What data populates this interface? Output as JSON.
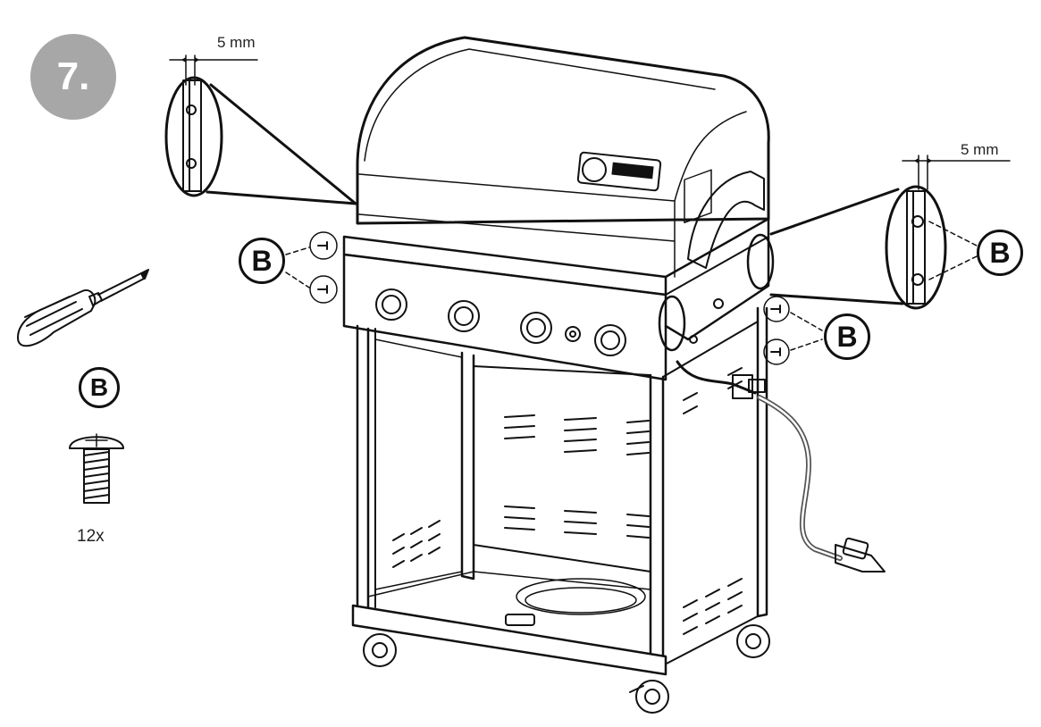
{
  "step": {
    "number": "7."
  },
  "dimensions": {
    "left_gap": "5 mm",
    "right_gap": "5 mm"
  },
  "hardware": {
    "screw_letter": "B",
    "quantity": "12x"
  },
  "callouts": {
    "letter": "B"
  },
  "colors": {
    "badge_gray": "#a7a7a7",
    "line": "#111111",
    "hose": "#555555"
  }
}
